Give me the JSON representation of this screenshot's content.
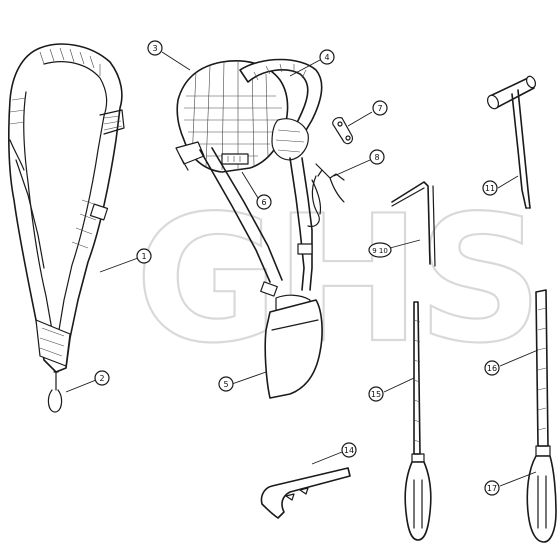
{
  "watermark": {
    "text": "GHS"
  },
  "callouts": {
    "p1": "1",
    "p2": "2",
    "p3": "3",
    "p4": "4",
    "p5": "5",
    "p6": "6",
    "p7": "7",
    "p8": "8",
    "p9_10": "9 10",
    "p11": "11",
    "p14": "14",
    "p15": "15",
    "p16": "16",
    "p17": "17"
  }
}
